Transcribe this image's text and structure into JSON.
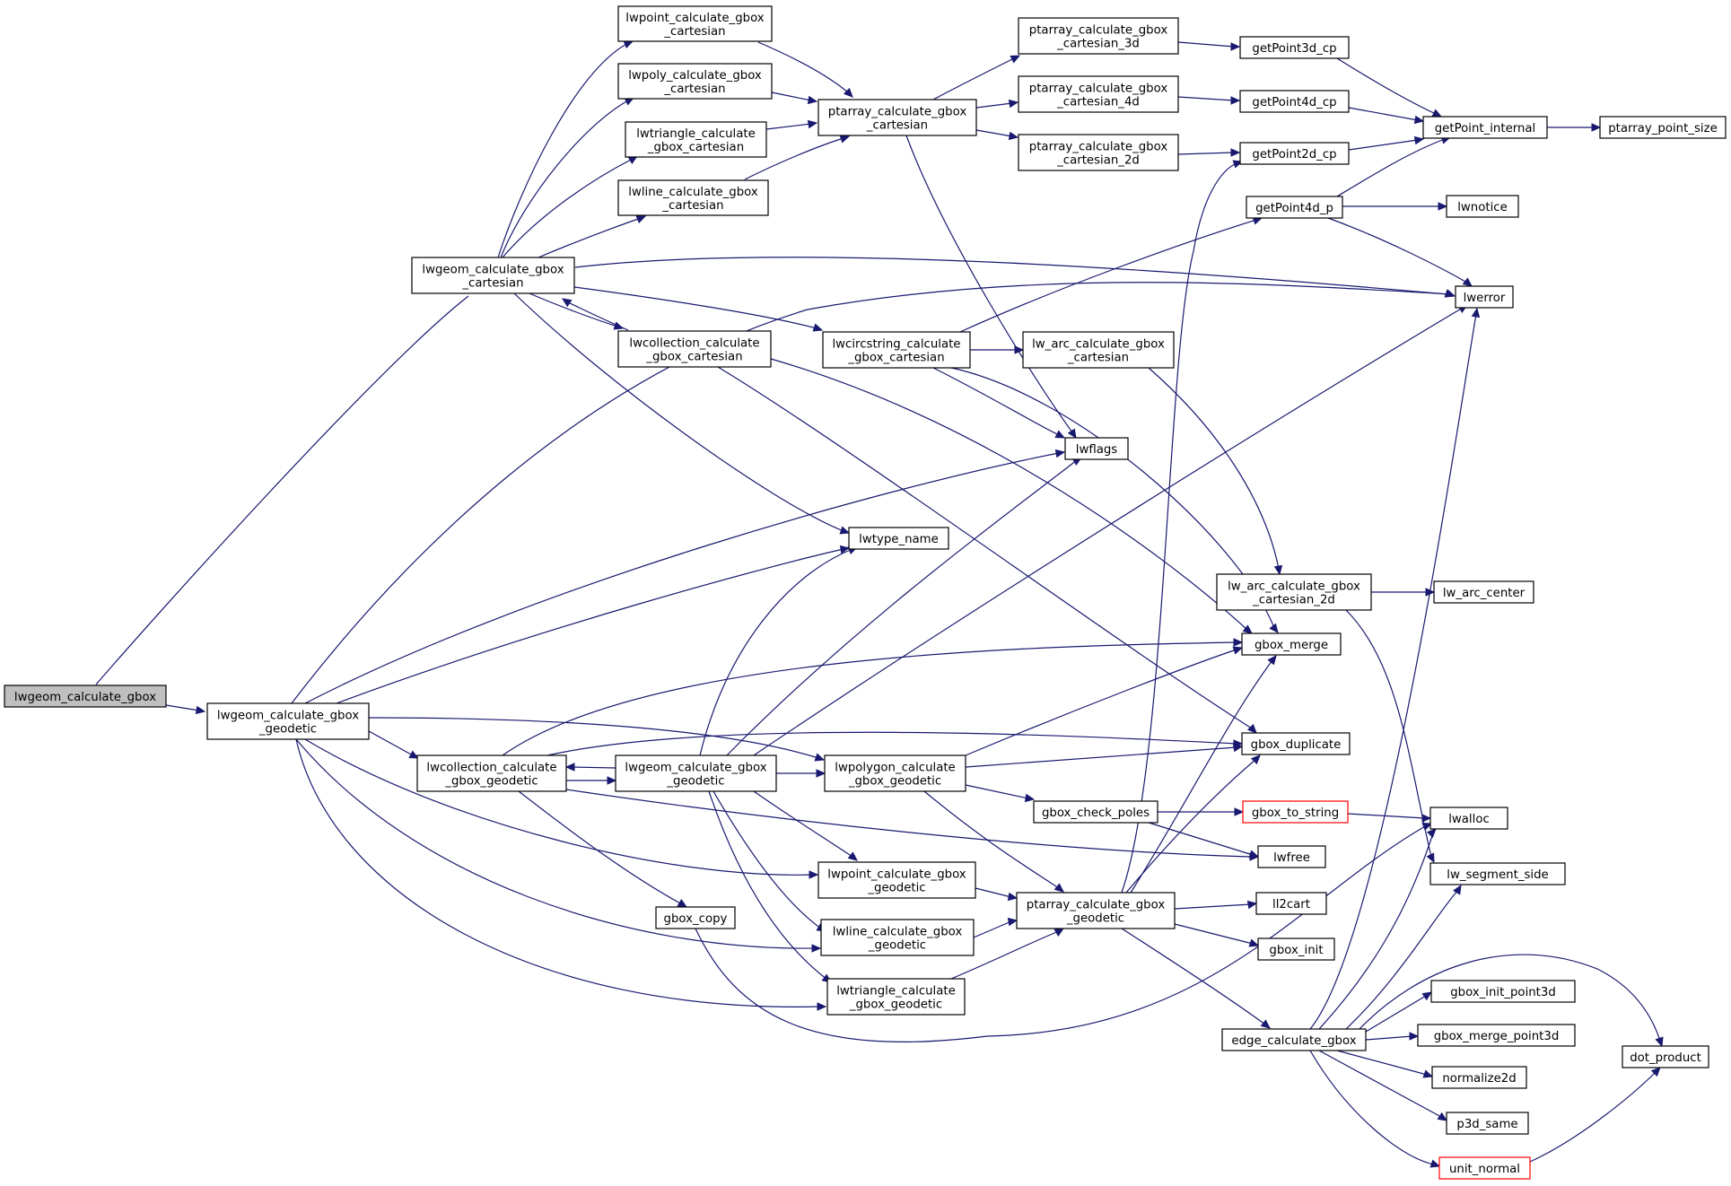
{
  "colors": {
    "edge": "#191970",
    "root_fill": "#bfbfbf",
    "truncated_border": "#ff0000"
  },
  "nodes": {
    "root": {
      "lines": [
        "lwgeom_calculate_gbox"
      ]
    },
    "lgcart": {
      "lines": [
        "lwgeom_calculate_gbox",
        "_cartesian"
      ]
    },
    "lgcgeo": {
      "lines": [
        "lwgeom_calculate_gbox",
        "_geodetic"
      ]
    },
    "lwpointc": {
      "lines": [
        "lwpoint_calculate_gbox",
        "_cartesian"
      ]
    },
    "lwpolyc": {
      "lines": [
        "lwpoly_calculate_gbox",
        "_cartesian"
      ]
    },
    "lwtric": {
      "lines": [
        "lwtriangle_calculate",
        "_gbox_cartesian"
      ]
    },
    "lwlinec": {
      "lines": [
        "lwline_calculate_gbox",
        "_cartesian"
      ]
    },
    "lwcollc": {
      "lines": [
        "lwcollection_calculate",
        "_gbox_cartesian"
      ]
    },
    "ptarrc": {
      "lines": [
        "ptarray_calculate_gbox",
        "_cartesian"
      ]
    },
    "lwcircc": {
      "lines": [
        "lwcircstring_calculate",
        "_gbox_cartesian"
      ]
    },
    "pt3d": {
      "lines": [
        "ptarray_calculate_gbox",
        "_cartesian_3d"
      ]
    },
    "pt4d": {
      "lines": [
        "ptarray_calculate_gbox",
        "_cartesian_4d"
      ]
    },
    "pt2d": {
      "lines": [
        "ptarray_calculate_gbox",
        "_cartesian_2d"
      ]
    },
    "gp3d": {
      "lines": [
        "getPoint3d_cp"
      ]
    },
    "gp4d": {
      "lines": [
        "getPoint4d_cp"
      ]
    },
    "gp2d": {
      "lines": [
        "getPoint2d_cp"
      ]
    },
    "gp4dp": {
      "lines": [
        "getPoint4d_p"
      ]
    },
    "gpint": {
      "lines": [
        "getPoint_internal"
      ]
    },
    "ptsize": {
      "lines": [
        "ptarray_point_size"
      ]
    },
    "lwnotice": {
      "lines": [
        "lwnotice"
      ]
    },
    "lwerror": {
      "lines": [
        "lwerror"
      ]
    },
    "lwarcc": {
      "lines": [
        "lw_arc_calculate_gbox",
        "_cartesian"
      ]
    },
    "lwflags": {
      "lines": [
        "lwflags"
      ]
    },
    "lwtype": {
      "lines": [
        "lwtype_name"
      ]
    },
    "lwarc2d": {
      "lines": [
        "lw_arc_calculate_gbox",
        "_cartesian_2d"
      ]
    },
    "lwarccen": {
      "lines": [
        "lw_arc_center"
      ]
    },
    "gmerge": {
      "lines": [
        "gbox_merge"
      ]
    },
    "gdup": {
      "lines": [
        "gbox_duplicate"
      ]
    },
    "lwcollg": {
      "lines": [
        "lwcollection_calculate",
        "_gbox_geodetic"
      ]
    },
    "lggeo2": {
      "lines": [
        "lwgeom_calculate_gbox",
        "_geodetic"
      ]
    },
    "lwpolyg": {
      "lines": [
        "lwpolygon_calculate",
        "_gbox_geodetic"
      ]
    },
    "gpoles": {
      "lines": [
        "gbox_check_poles"
      ]
    },
    "gtostr": {
      "lines": [
        "gbox_to_string"
      ]
    },
    "lwalloc": {
      "lines": [
        "lwalloc"
      ]
    },
    "lwfree": {
      "lines": [
        "lwfree"
      ]
    },
    "segside": {
      "lines": [
        "lw_segment_side"
      ]
    },
    "lwpointg": {
      "lines": [
        "lwpoint_calculate_gbox",
        "_geodetic"
      ]
    },
    "gcopy": {
      "lines": [
        "gbox_copy"
      ]
    },
    "lwlineg": {
      "lines": [
        "lwline_calculate_gbox",
        "_geodetic"
      ]
    },
    "lwtrig": {
      "lines": [
        "lwtriangle_calculate",
        "_gbox_geodetic"
      ]
    },
    "ptarrg": {
      "lines": [
        "ptarray_calculate_gbox",
        "_geodetic"
      ]
    },
    "ll2cart": {
      "lines": [
        "ll2cart"
      ]
    },
    "ginit": {
      "lines": [
        "gbox_init"
      ]
    },
    "edgeg": {
      "lines": [
        "edge_calculate_gbox"
      ]
    },
    "ginit3d": {
      "lines": [
        "gbox_init_point3d"
      ]
    },
    "gmerge3d": {
      "lines": [
        "gbox_merge_point3d"
      ]
    },
    "norm2d": {
      "lines": [
        "normalize2d"
      ]
    },
    "p3dsame": {
      "lines": [
        "p3d_same"
      ]
    },
    "unitn": {
      "lines": [
        "unit_normal"
      ]
    },
    "dotp": {
      "lines": [
        "dot_product"
      ]
    }
  }
}
